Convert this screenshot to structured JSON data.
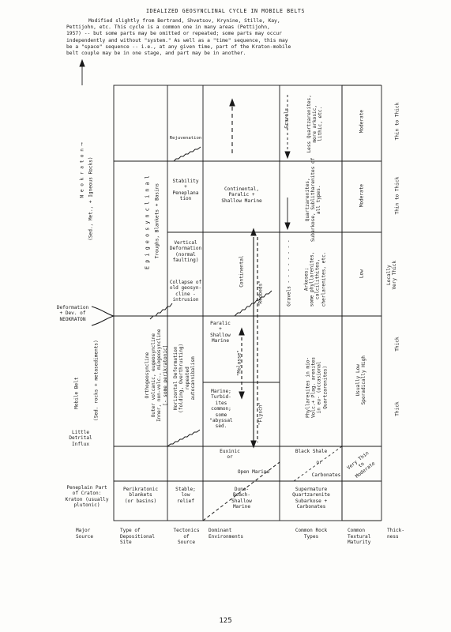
{
  "title": "IDEALIZED GEOSYNCLINAL CYCLE IN MOBILE BELTS",
  "intro": [
    "Modified slightly from Bertrand, Shvetsov, Krynine, Stille, Kay,",
    "Pettijohn, etc.  This cycle is a common one in many areas (Pettijohn,",
    "1957) -- but some parts may be omitted or repeated; some parts may occur",
    "independently and without \"system.\"  As well as a \"time\" sequence, this may",
    "be a \"space\" sequence -- i.e., at any given time, part of the Kraton-mobile",
    "belt couple may be in one stage, and part may be in another."
  ],
  "left_margin": {
    "neokraton": "N e o k r a t o n   ⟶",
    "neokraton_sub": "(Sed., Met., + Igneous Rocks)",
    "deformation": "Deformation\n+ Dev. of\nNEOKRATON",
    "mobile_belt": "Mobile Belt",
    "mobile_belt_sub": "(Sed. rocks + metasediments)",
    "little_detrital": "Little\nDetrital\nInflux",
    "peneplain": "Peneplain Part\nof Craton:\nKraton (usually\nplutonic)"
  },
  "depositional": {
    "epigeosynclinal": "E p i g e o s y n c l i n a l",
    "troughs": "Troughs, Blankets + Basins",
    "orthogeosyncline": "Orthogeosyncline\nOuter volcanic, eugeosyncline\nInner, non-volc., miogeosyncline\n[- some perikratonic]",
    "perikratonic": "Perikratonic\nblankets\n(or basins)"
  },
  "tectonics": {
    "rejuvenation": "Rejuvenation",
    "stability": "Stability\n+\nPeneplana\ntion",
    "vertical": "Vertical\nDeformation\n(normal\nfaulting)",
    "collapse": "Collapse of\nold geosyn-\ncline -\nintrusion",
    "horizontal": "Horizontal Deformation\n(folding, Overthrusting)\nrepeated\nautocannibalism",
    "stable": "Stable;\nlow\nrelief"
  },
  "environments": {
    "continental_paralic": "Continental,\nParalic +\nShallow Marine",
    "continental": "Continental",
    "paralic": "Paralic\n+\nShallow\nMarine",
    "marine": "Marine;\nTurbid-\nites\ncommon;\nsome\n\"abyssal\nsed.",
    "molasse": "\"Molasse\"",
    "redbeds": "\"Redbeds\"",
    "flysch": "\"Flysch\"",
    "euxinic": "Euxinic\nor",
    "open_marine": "Open Marine",
    "dune": "Dune-\nBeach-\nShallow\nMarine"
  },
  "rock_types": {
    "gravels_top": "Gravels",
    "lower_quartz": "Less Quartzarenites,\nmore arkosic,\nlithic, etc.",
    "quartzarenites": "Quartzarenites,\nSubarkose, Sublitharenites of\nall types.",
    "arkoses": "Arkoses;\nsome phyllarenites,\ncalcilithites,\ncherlarenites, etc.",
    "gravels_mid": "Gravels - - - - - - - -",
    "phyllarenites": "Phyllarenites in mio-\nVolc.+ Plag. arenites\nin eu- (occasional\nQuartzarenites)",
    "black_shale": "Black Shale",
    "or": "or",
    "carbonates": "Carbonates",
    "supermature": "Supermature\nQuartzarenite\nSubarkose +\nCarbonates"
  },
  "maturity": {
    "moderate_top": "Moderate",
    "moderate_mid": "Moderate",
    "low": "Low",
    "usually_low": "Usually Low\nSporadically High",
    "very_thin": "Very Thin\nto\nModerate"
  },
  "thickness": {
    "thin_thick_top": "Thin to Thick",
    "thin_thick_mid": "Thin to Thick",
    "locally": "Locally\nVery Thick",
    "thick_mid": "Thick",
    "thick_low": "Thick"
  },
  "footer": {
    "major_source": "Major\nSource",
    "type_site": "Type of\nDepositional\nSite",
    "tectonics_source": "Tectonics\nof\nSource",
    "dominant_env": "Dominant\nEnvironments",
    "common_rock": "Common Rock\nTypes",
    "common_textural": "Common\nTextural\nMaturity",
    "thickness": "Thick-\nness"
  },
  "page_number": "125"
}
